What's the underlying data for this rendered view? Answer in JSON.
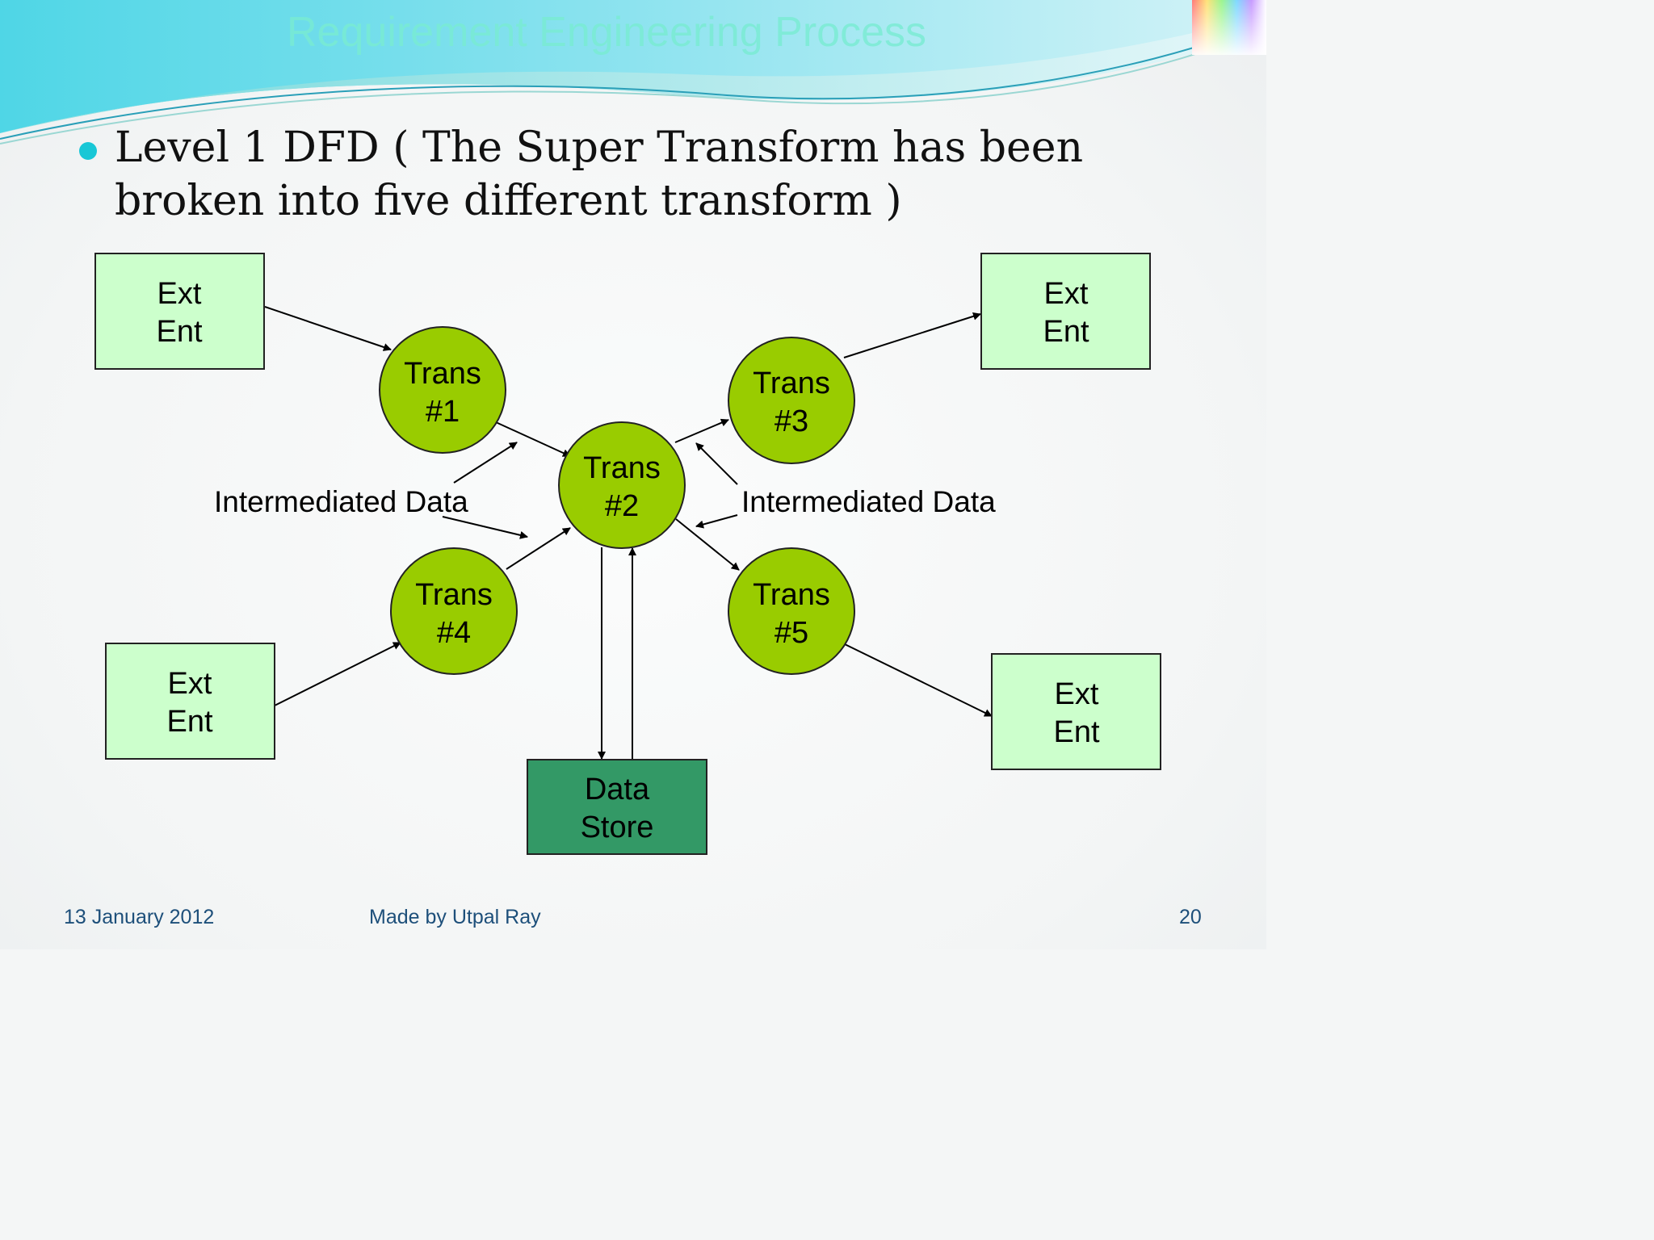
{
  "slide": {
    "title": "Requirement Engineering Process",
    "heading": "Level 1 DFD ( The Super Transform has been broken into five different transform )",
    "colors": {
      "ext_entity_fill": "#ccffcc",
      "transform_fill": "#99cc00",
      "data_store_fill": "#339966",
      "bullet": "#18c7d6",
      "title": "#79ecd2",
      "footer_text": "#1d4f7a"
    }
  },
  "diagram": {
    "external_entities": [
      {
        "line1": "Ext",
        "line2": "Ent"
      },
      {
        "line1": "Ext",
        "line2": "Ent"
      },
      {
        "line1": "Ext",
        "line2": "Ent"
      },
      {
        "line1": "Ext",
        "line2": "Ent"
      }
    ],
    "transforms": [
      {
        "line1": "Trans",
        "line2": "#1"
      },
      {
        "line1": "Trans",
        "line2": "#2"
      },
      {
        "line1": "Trans",
        "line2": "#3"
      },
      {
        "line1": "Trans",
        "line2": "#4"
      },
      {
        "line1": "Trans",
        "line2": "#5"
      }
    ],
    "data_store": {
      "line1": "Data",
      "line2": "Store"
    },
    "labels": [
      "Intermediated Data",
      "Intermediated Data"
    ]
  },
  "footer": {
    "date": "13 January 2012",
    "author": "Made by Utpal Ray",
    "page": "20"
  }
}
